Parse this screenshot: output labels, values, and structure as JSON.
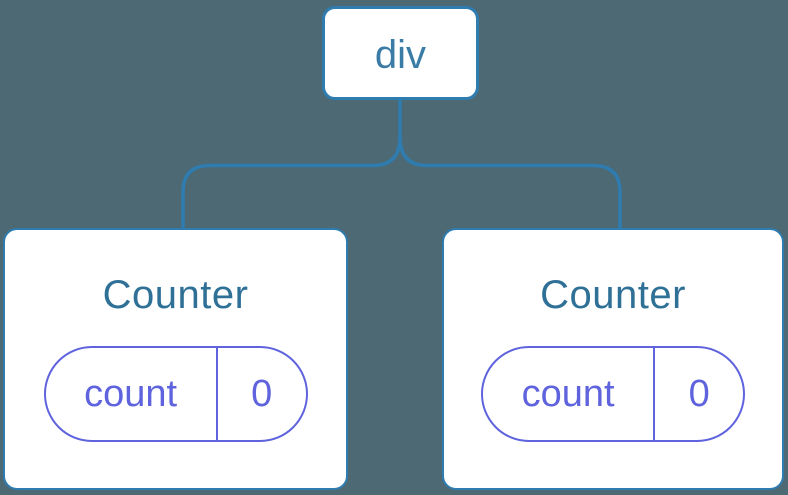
{
  "diagram": {
    "description": "Component tree diagram: root div element with two Counter component children, each holding count state",
    "colors": {
      "background": "#4d6974",
      "connector": "#2e7cb0",
      "card_background": "#ffffff",
      "card_border": "#2e7cb0",
      "root_label_text": "#3a7ca5",
      "component_title_text": "#2f7097",
      "state_accent": "#5f63dd"
    },
    "tree": {
      "root": {
        "label": "div"
      },
      "children": [
        {
          "title": "Counter",
          "state": {
            "key": "count",
            "value": "0"
          }
        },
        {
          "title": "Counter",
          "state": {
            "key": "count",
            "value": "0"
          }
        }
      ]
    }
  }
}
